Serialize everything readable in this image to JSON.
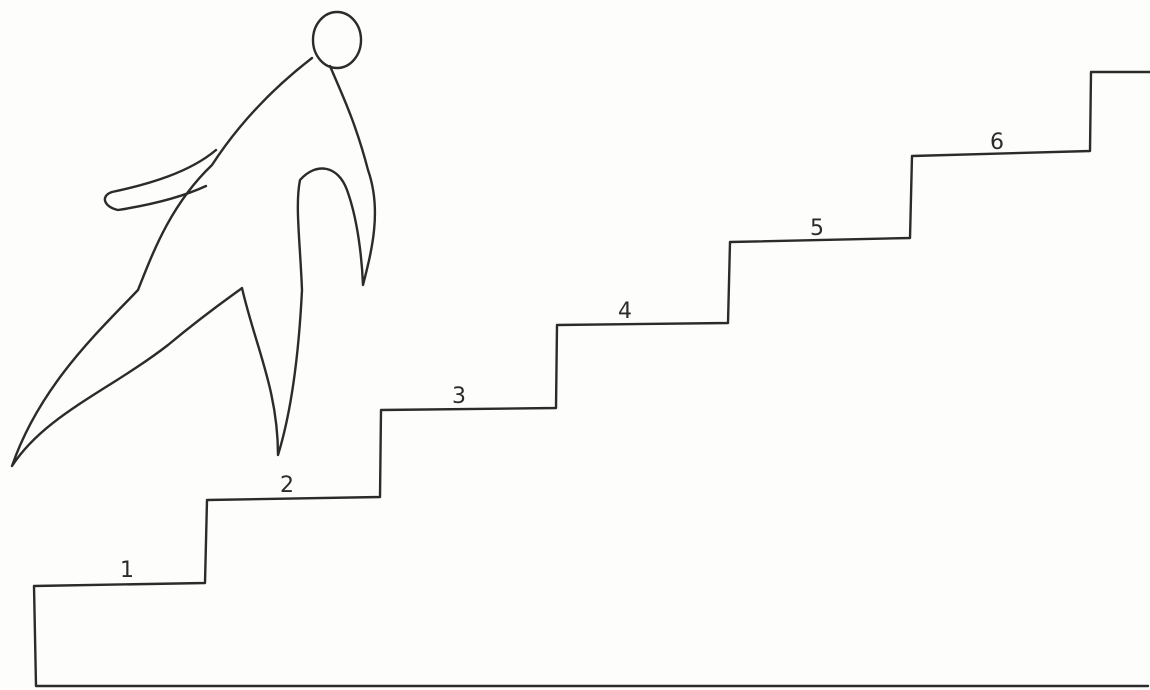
{
  "diagram": {
    "step_labels": [
      "1",
      "2",
      "3",
      "4",
      "5",
      "6"
    ],
    "ink_color": "#2b2b2b",
    "paper_color": "#fdfdfb"
  }
}
